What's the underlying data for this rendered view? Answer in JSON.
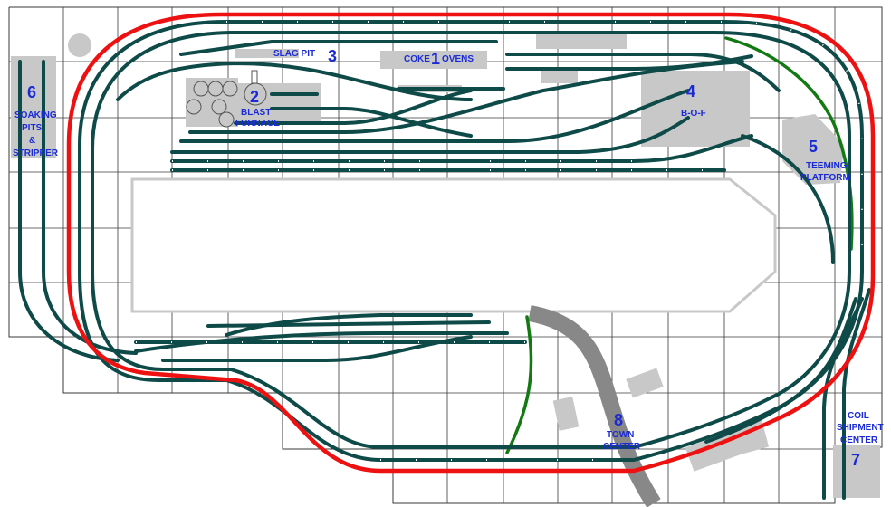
{
  "diagram": {
    "stations": [
      {
        "number": "1",
        "label": [
          "COKE",
          "OVENS"
        ]
      },
      {
        "number": "2",
        "label": [
          "BLAST",
          "FURNACE"
        ]
      },
      {
        "number": "3",
        "label": [
          "SLAG PIT"
        ]
      },
      {
        "number": "4",
        "label": [
          "B-O-F"
        ]
      },
      {
        "number": "5",
        "label": [
          "TEEMING",
          "PLATFORM"
        ]
      },
      {
        "number": "6",
        "label": [
          "SOAKING",
          "PITS",
          "&",
          "STRIPPER"
        ]
      },
      {
        "number": "7",
        "label": [
          "COIL",
          "SHIPMENT",
          "CENTER"
        ]
      },
      {
        "number": "8",
        "label": [
          "TOWN",
          "CENTER"
        ]
      }
    ],
    "colors": {
      "mainline": "#ee1111",
      "track": "#0e4a48",
      "siding": "#137a13",
      "building": "#c8c8c8",
      "label": "#1a2bd6",
      "grid": "#3a3a3a",
      "road": "#888888"
    }
  }
}
